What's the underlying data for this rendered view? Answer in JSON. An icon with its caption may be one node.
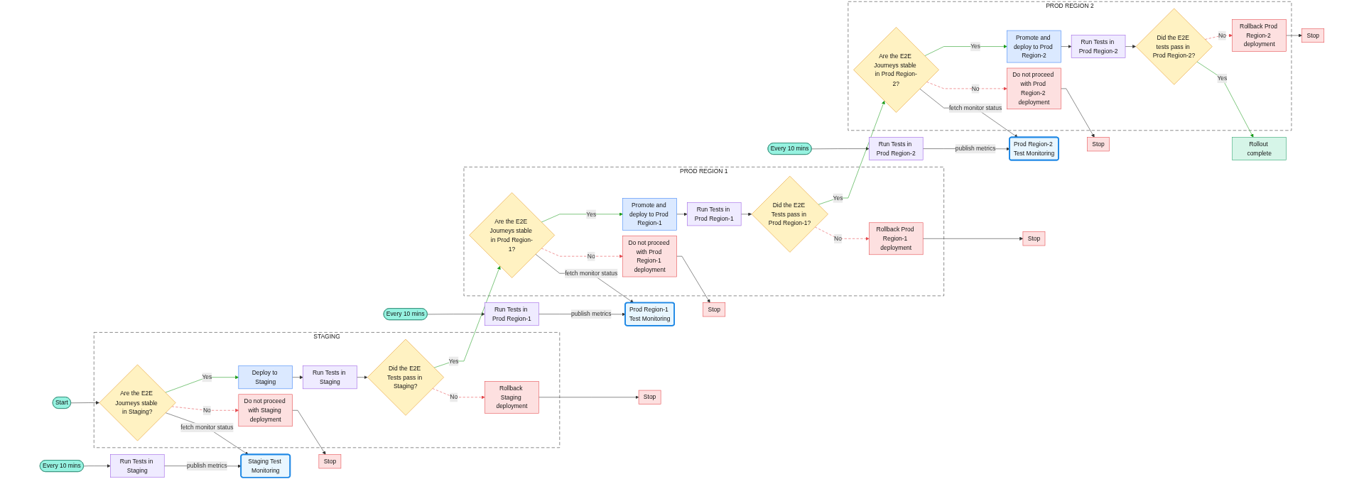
{
  "diagram": {
    "nodes": [
      {
        "text": [
          "Every 10 mins"
        ]
      },
      {
        "text": [
          "Run Tests in Staging"
        ]
      },
      {
        "text": [
          "Staging Test Monitoring"
        ]
      },
      {
        "text": [
          "Every 10 mins"
        ]
      },
      {
        "text": [
          "Run Tests in Prod Region-1"
        ]
      },
      {
        "text": [
          "Prod Region-1 Test Monitoring"
        ]
      },
      {
        "text": [
          "Every 10 mins"
        ]
      },
      {
        "text": [
          "Run Tests in Prod Region-2"
        ]
      },
      {
        "text": [
          "Prod Region-2 Test Monitoring"
        ]
      },
      {
        "text": [
          "Start"
        ]
      },
      {
        "text": [
          "STAGING"
        ]
      },
      {
        "text": [
          "Are the E2E Journeys stable in Staging?"
        ],
        "in": 10
      },
      {
        "text": [
          "Deploy to Staging"
        ],
        "in": 10
      },
      {
        "text": [
          "Run Tests in Staging"
        ],
        "in": 10
      },
      {
        "text": [
          "Did the E2E Tests pass in Staging?"
        ],
        "in": 10
      },
      {
        "text": [
          "Rollback Staging deployment"
        ],
        "in": 10
      },
      {
        "text": [
          "Do not proceed with Staging deployment"
        ],
        "in": 10
      },
      {
        "text": [
          "PROD REGION 1"
        ]
      },
      {
        "text": [
          "Are the E2E Journeys stable in Prod Region-1?"
        ],
        "in": 17
      },
      {
        "text": [
          "Promote and deploy to Prod Region-1"
        ],
        "in": 17
      },
      {
        "text": [
          "Run Tests in Prod Region-1"
        ],
        "in": 17
      },
      {
        "text": [
          "Did the E2E Tests pass in Prod Region-1?"
        ],
        "in": 17
      },
      {
        "text": [
          "Do not proceed with Prod Region-1 deployment"
        ],
        "in": 17
      },
      {
        "text": [
          "Rollback Prod Region-1 deployment"
        ],
        "in": 17
      },
      {
        "text": [
          "PROD REGION 2"
        ]
      },
      {
        "text": [
          "Are the E2E Journeys stable in Prod Region-2?"
        ],
        "in": 24
      },
      {
        "text": [
          "Promote and deploy to Prod Region-2"
        ],
        "in": 24
      },
      {
        "text": [
          "Run Tests in Prod Region-2"
        ],
        "in": 24
      },
      {
        "text": [
          "Did the E2E tests pass in Prod Region-2?"
        ],
        "in": 24
      },
      {
        "text": [
          "Rollback Prod Region-2 deployment"
        ],
        "in": 24
      },
      {
        "text": [
          "Do not proceed with Prod Region-2 deployment"
        ],
        "in": 24
      },
      {
        "text": [
          "Rollout complete"
        ]
      },
      {
        "text": [
          "Stop"
        ]
      },
      {
        "text": [
          "Stop"
        ]
      },
      {
        "text": [
          "Stop"
        ]
      },
      {
        "text": [
          "Stop"
        ]
      },
      {
        "text": [
          "Stop"
        ]
      },
      {
        "text": [
          "Stop"
        ]
      }
    ],
    "edges": [
      {
        "from": 0,
        "to": 1,
        "arrow": "to"
      },
      {
        "from": 1,
        "to": 2,
        "arrow": "to",
        "label": "publish metrics"
      },
      {
        "from": 11,
        "to": 2,
        "arrow": "to",
        "label": "fetch monitor status"
      },
      {
        "from": 3,
        "to": 4,
        "arrow": "to"
      },
      {
        "from": 4,
        "to": 5,
        "arrow": "to",
        "label": "publish metrics"
      },
      {
        "from": 18,
        "to": 5,
        "arrow": "to",
        "label": "fetch monitor status"
      },
      {
        "from": 6,
        "to": 7,
        "arrow": "to"
      },
      {
        "from": 7,
        "to": 8,
        "arrow": "to",
        "label": "publish metrics"
      },
      {
        "from": 25,
        "to": 8,
        "arrow": "to",
        "label": "fetch monitor status"
      },
      {
        "from": 9,
        "to": 11,
        "arrow": "to"
      },
      {
        "from": 11,
        "to": 12,
        "arrow": "to",
        "label": "Yes",
        "color": "#1a9c1a"
      },
      {
        "from": 12,
        "to": 13,
        "arrow": "to"
      },
      {
        "from": 13,
        "to": 14,
        "arrow": "to"
      },
      {
        "from": 14,
        "to": 18,
        "arrow": "to",
        "label": "Yes",
        "color": "#1a9c1a"
      },
      {
        "from": 11,
        "to": 16,
        "arrow": "to",
        "label": "No",
        "style": "dashed",
        "color": "#e5484d"
      },
      {
        "from": 14,
        "to": 15,
        "arrow": "to",
        "label": "No",
        "style": "dashed",
        "color": "#e5484d"
      },
      {
        "from": 18,
        "to": 19,
        "arrow": "to",
        "label": "Yes",
        "color": "#1a9c1a"
      },
      {
        "from": 19,
        "to": 20,
        "arrow": "to"
      },
      {
        "from": 20,
        "to": 21,
        "arrow": "to"
      },
      {
        "from": 21,
        "to": 25,
        "arrow": "to",
        "label": "Yes",
        "color": "#1a9c1a"
      },
      {
        "from": 18,
        "to": 22,
        "arrow": "to",
        "label": "No",
        "style": "dashed",
        "color": "#e5484d"
      },
      {
        "from": 21,
        "to": 23,
        "arrow": "to",
        "label": "No",
        "style": "dashed",
        "color": "#e5484d"
      },
      {
        "from": 25,
        "to": 26,
        "arrow": "to",
        "label": "Yes",
        "color": "#1a9c1a"
      },
      {
        "from": 26,
        "to": 27,
        "arrow": "to"
      },
      {
        "from": 27,
        "to": 28,
        "arrow": "to"
      },
      {
        "from": 28,
        "to": 31,
        "arrow": "to",
        "label": "Yes",
        "color": "#1a9c1a"
      },
      {
        "from": 28,
        "to": 29,
        "arrow": "to",
        "label": "No",
        "style": "dashed",
        "color": "#e5484d"
      },
      {
        "from": 25,
        "to": 30,
        "arrow": "to",
        "label": "No",
        "style": "dashed",
        "color": "#e5484d"
      },
      {
        "from": 29,
        "to": 32,
        "arrow": "to"
      },
      {
        "from": 30,
        "to": 33,
        "arrow": "to"
      },
      {
        "from": 23,
        "to": 34,
        "arrow": "to"
      },
      {
        "from": 22,
        "to": 35,
        "arrow": "to"
      },
      {
        "from": 15,
        "to": 36,
        "arrow": "to"
      },
      {
        "from": 16,
        "to": 37,
        "arrow": "to"
      }
    ]
  }
}
